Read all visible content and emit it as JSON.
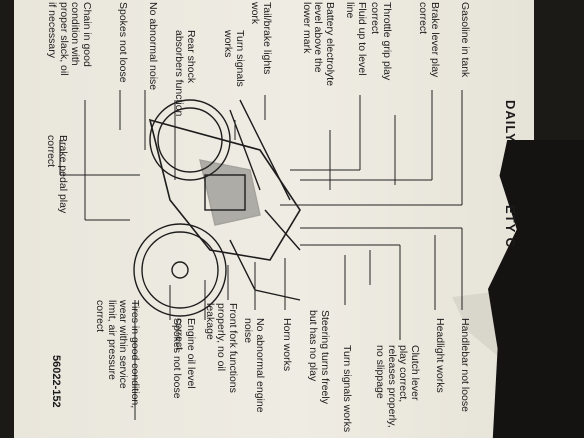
{
  "heading": "DAILY",
  "heading_partial": "ETY C",
  "part_number": "56022-152",
  "callouts": [
    {
      "id": "gasoline",
      "text": "Gasoline in tank"
    },
    {
      "id": "brake-lever",
      "text": "Brake lever play\ncorrect"
    },
    {
      "id": "throttle",
      "text": "Throttle grip play\ncorrect"
    },
    {
      "id": "fluid",
      "text": "Fluid up to level\nline"
    },
    {
      "id": "battery",
      "text": "Battery electrolyte\nlevel above the\nlower mark"
    },
    {
      "id": "tail-brake",
      "text": "Tail/brake lights\nwork"
    },
    {
      "id": "turn-signals-rear",
      "text": "Turn signals\nworks"
    },
    {
      "id": "rear-shock",
      "text": "Rear shock\nabsorbers function"
    },
    {
      "id": "noise-rear",
      "text": "No abnormal noise"
    },
    {
      "id": "spokes-rear",
      "text": "Spokes not loose"
    },
    {
      "id": "chain",
      "text": "Chain in good\ncondition with\nproper slack, oil\nif necessary"
    },
    {
      "id": "brake-pedal",
      "text": "Brake pedal play\ncorrect"
    },
    {
      "id": "handlebar",
      "text": "Handlebar not loose"
    },
    {
      "id": "headlight",
      "text": "Headlight works"
    },
    {
      "id": "clutch",
      "text": "Clutch lever\nplay correct,\nreleases properly,\nno slippage"
    },
    {
      "id": "turn-signals-front",
      "text": "Turn signals works"
    },
    {
      "id": "steering",
      "text": "Steering turns freely\nbut has no play"
    },
    {
      "id": "horn",
      "text": "Horn works"
    },
    {
      "id": "engine-noise",
      "text": "No abnormal engine\nnoise"
    },
    {
      "id": "front-fork",
      "text": "Front fork functions\nproperly, no oil\nleakage"
    },
    {
      "id": "engine-oil",
      "text": "Engine oil level\ncorrect"
    },
    {
      "id": "spokes-front",
      "text": "Spokes not loose"
    },
    {
      "id": "tires",
      "text": "Tires in good condition,\nwear within service\nlimit, air pressure\ncorrect"
    }
  ]
}
